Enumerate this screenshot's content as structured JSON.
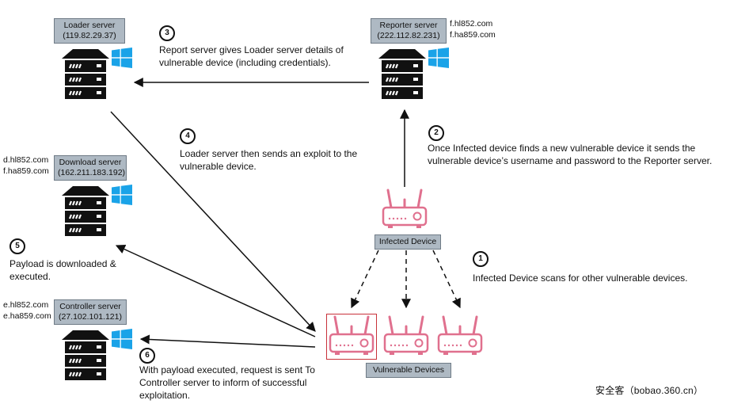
{
  "servers": {
    "loader": {
      "name": "Loader server",
      "ip": "(119.82.29.37)"
    },
    "reporter": {
      "name": "Reporter server",
      "ip": "(222.112.82.231)",
      "domains": [
        "f.hl852.com",
        "f.ha859.com"
      ]
    },
    "download": {
      "name": "Download server",
      "ip": "(162.211.183.192)",
      "domains": [
        "d.hl852.com",
        "f.ha859.com"
      ]
    },
    "controller": {
      "name": "Controller server",
      "ip": "(27.102.101.121)",
      "domains": [
        "e.hl852.com",
        "e.ha859.com"
      ]
    }
  },
  "devices": {
    "infected_label": "Infected Device",
    "vulnerable_label": "Vulnerable Devices"
  },
  "steps": [
    {
      "num": "1",
      "text": "Infected Device scans for other vulnerable devices."
    },
    {
      "num": "2",
      "text": "Once Infected device finds a new vulnerable device it sends the vulnerable device’s username and password to the Reporter server."
    },
    {
      "num": "3",
      "text": "Report server gives Loader server details of vulnerable device (including credentials)."
    },
    {
      "num": "4",
      "text": "Loader server then sends an exploit to the vulnerable device."
    },
    {
      "num": "5",
      "text": "Payload is downloaded & executed."
    },
    {
      "num": "6",
      "text": "With payload executed, request is sent To Controller server to inform of successful exploitation."
    }
  ],
  "watermark": "安全客（bobao.360.cn）",
  "colors": {
    "router": "#e0708e",
    "label_bg": "#aeb9c3",
    "highlight": "#c8323a",
    "win_blue": "#1aa3e8"
  },
  "icons": {
    "server": "server-icon",
    "windows": "windows-logo-icon",
    "router": "router-icon"
  }
}
